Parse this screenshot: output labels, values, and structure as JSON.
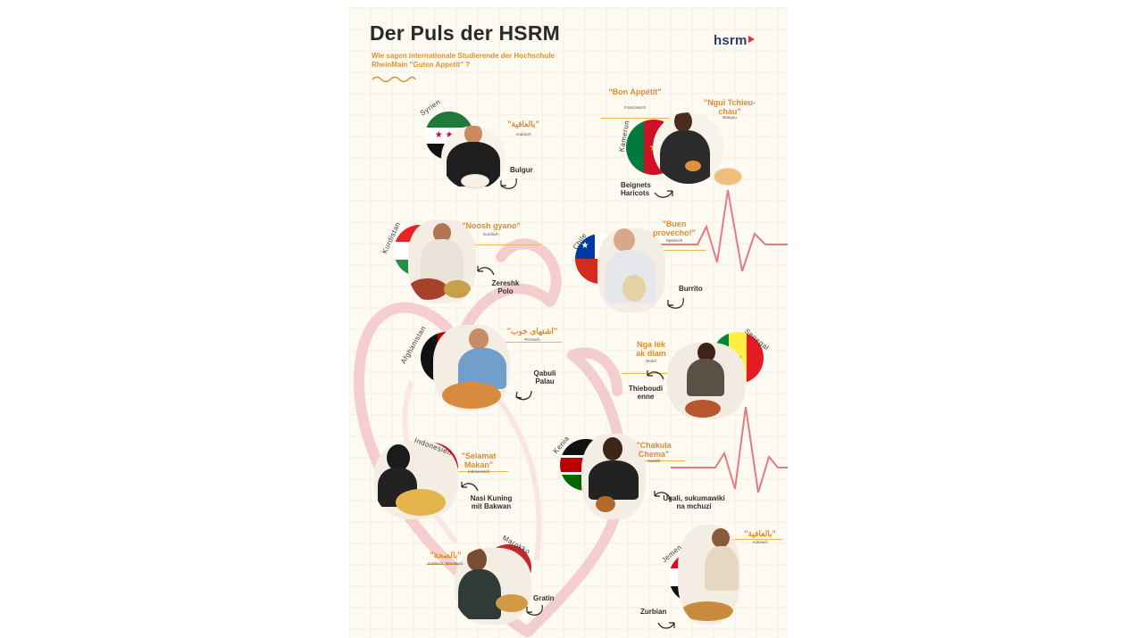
{
  "poster": {
    "title": "Der Puls der HSRM",
    "subtitle": "Wie  sagen internationale Studierende der Hochschule RheinMain  \"Guten Appetit\" ?",
    "logo": "hsrm"
  },
  "colors": {
    "accent_orange": "#e58b2b",
    "heartbeat_red": "#e77a80",
    "brand_navy": "#2c3f63",
    "brand_red": "#d8344a"
  },
  "entries": [
    {
      "id": "syrien",
      "country": "Syrien",
      "phrase": "\"بالعافية\"",
      "language": "Arabisch",
      "dish": "Bulgur"
    },
    {
      "id": "kamerun",
      "country": "Kamerun",
      "phrase": "\"Bon Appétit\"",
      "language": "Französisch",
      "phrase2": "\"Ngui Tchieu-chau\"",
      "language2": "Bangou",
      "dish": "Beignets Haricots"
    },
    {
      "id": "kurdistan",
      "country": "Kurdistan",
      "phrase": "\"Noosh gyano\"",
      "language": "Kurdisch",
      "dish": "Zereshk Polo"
    },
    {
      "id": "chile",
      "country": "Chile",
      "phrase": "\"Buen provecho!\"",
      "language": "Spanisch",
      "dish": "Burrito"
    },
    {
      "id": "afghanistan",
      "country": "Afghanistan",
      "phrase": "\"اشتهای خوب\"",
      "language": "Persisch",
      "dish": "Qabuli Palau"
    },
    {
      "id": "senegal",
      "country": "Senegal",
      "phrase": "Nga lék ak diam",
      "language": "Wolof",
      "dish": "Thieboudi enne"
    },
    {
      "id": "indonesien",
      "country": "Indonesien",
      "phrase": "\"Selamat Makan\"",
      "language": "Indonesisch",
      "dish": "Nasi Kuning mit Bakwan"
    },
    {
      "id": "kenia",
      "country": "Kenia",
      "phrase": "\"Chakula Chema\"",
      "language": "Swahili",
      "dish": "Ugali, sukumawiki na mchuzi"
    },
    {
      "id": "marokko",
      "country": "Marokko",
      "phrase": "\"بالصحة\"",
      "language": "Arabisch, Marokkan.",
      "dish": "Gratin"
    },
    {
      "id": "jemen",
      "country": "Jemen",
      "phrase": "\"بالعافية\"",
      "language": "Arabisch",
      "dish": "Zurbian"
    }
  ]
}
